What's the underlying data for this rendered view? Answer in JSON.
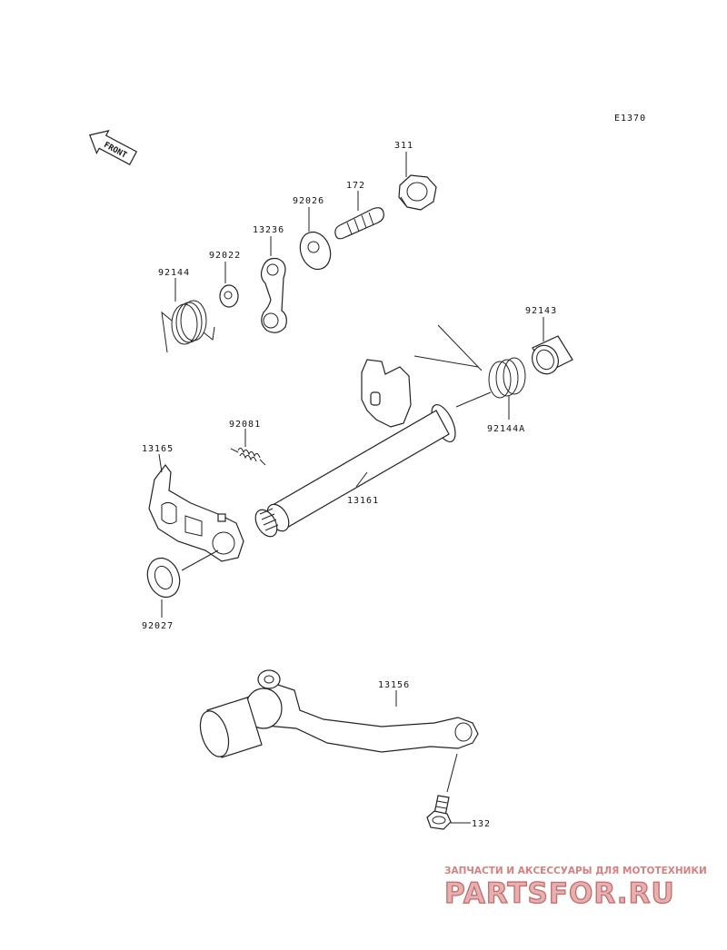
{
  "diagram_code": "E1370",
  "front_label": "FRONT",
  "parts": {
    "p311": "311",
    "p172": "172",
    "p92026": "92026",
    "p13236": "13236",
    "p92022": "92022",
    "p92144": "92144",
    "p92143": "92143",
    "p92144A": "92144A",
    "p92081": "92081",
    "p13165": "13165",
    "p13161": "13161",
    "p92027": "92027",
    "p13156": "13156",
    "p132": "132"
  },
  "watermark": {
    "tagline": "ЗАПЧАСТИ И АКСЕССУАРЫ ДЛЯ МОТОТЕХНИКИ",
    "logo": "PARTSFOR.RU"
  }
}
